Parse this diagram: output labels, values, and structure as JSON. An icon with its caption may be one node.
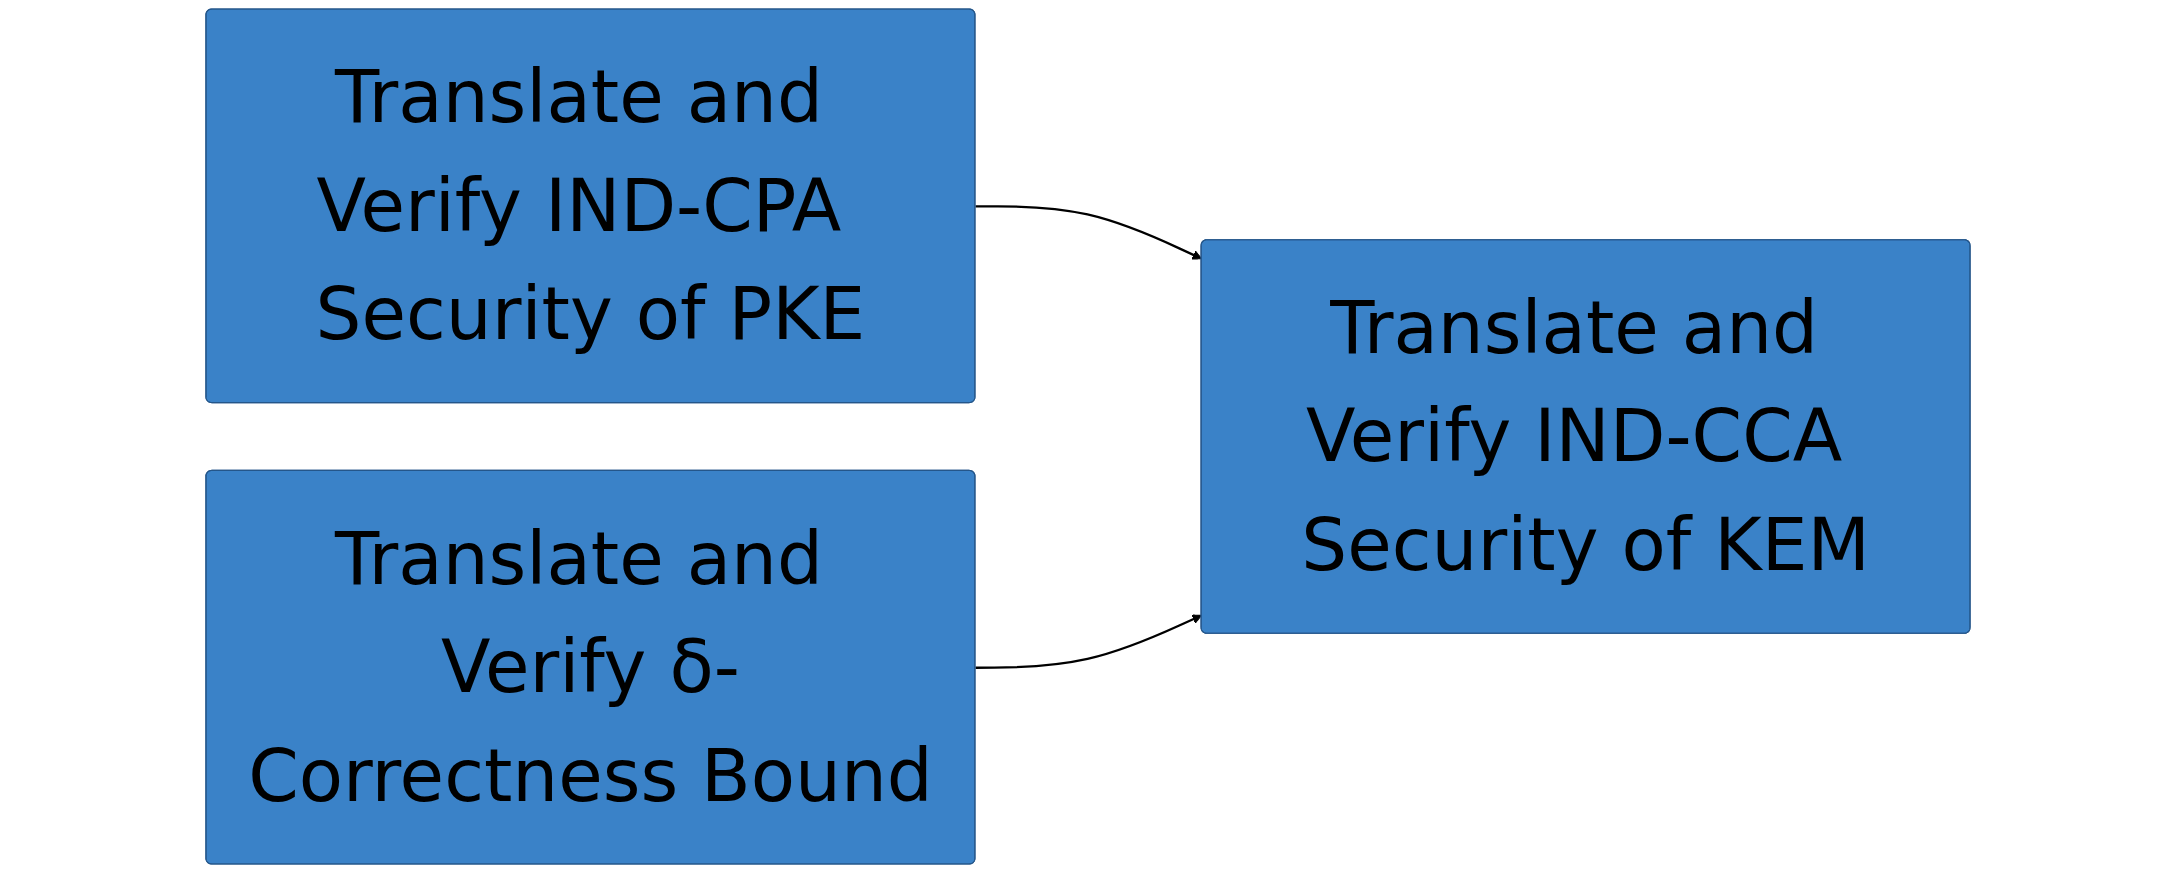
{
  "diagram": {
    "nodes": [
      {
        "text": [
          "Translate and Verify IND-CPA Security of PKE"
        ]
      },
      {
        "text": [
          "Translate and Verify δ-Correctness Bound"
        ]
      },
      {
        "text": [
          "Translate and Verify IND-CCA Security of KEM"
        ]
      }
    ],
    "edges": [
      {
        "from": 0,
        "to": 2,
        "arrow": "to"
      },
      {
        "from": 1,
        "to": 2,
        "arrow": "to"
      }
    ]
  }
}
